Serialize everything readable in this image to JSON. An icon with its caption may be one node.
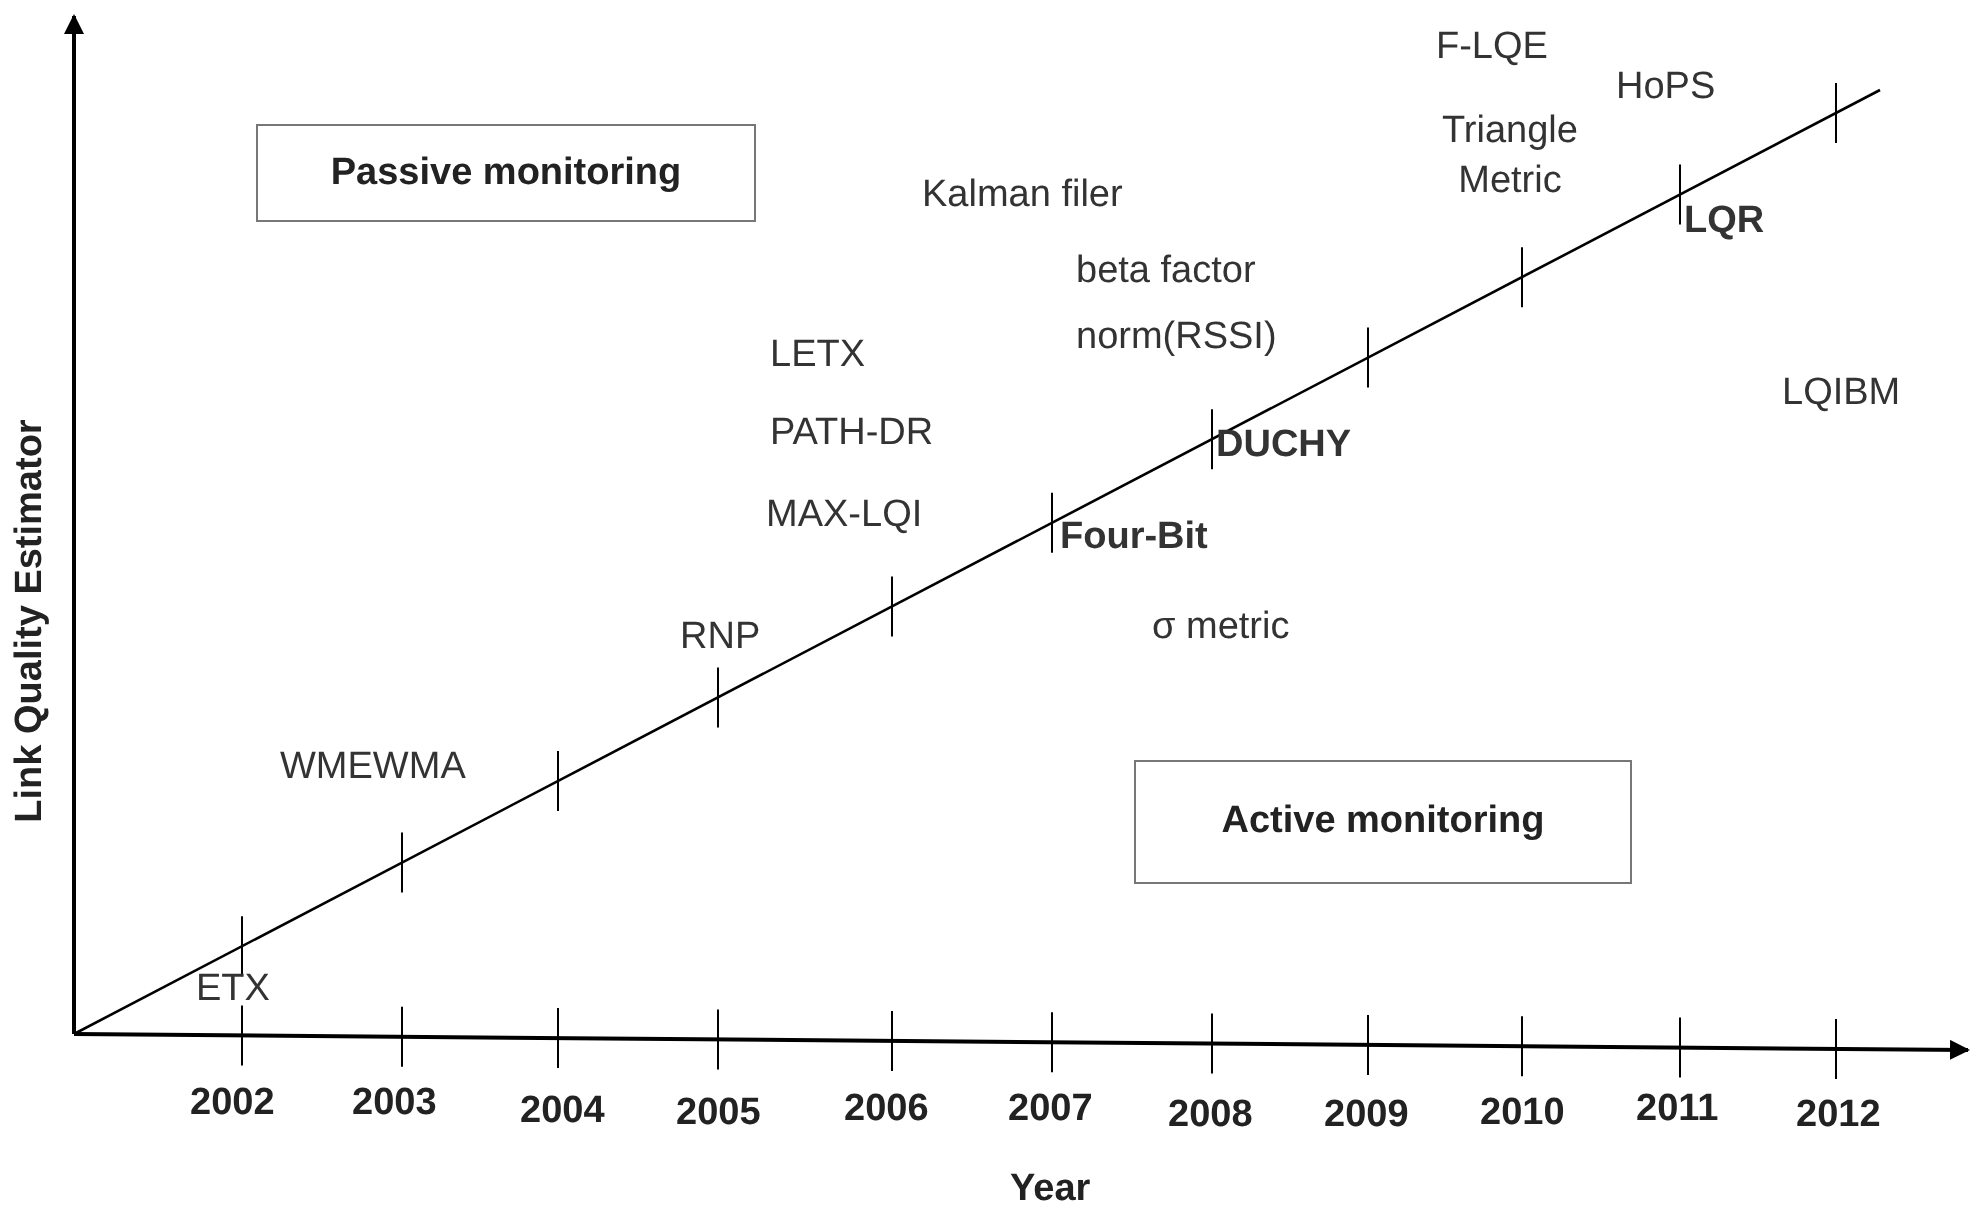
{
  "diagram": {
    "nodes": [
      {
        "text": [
          "Passive monitoring"
        ]
      },
      {
        "text": [
          "Active monitoring"
        ]
      }
    ],
    "labels": [
      "F-LQE",
      "HoPS",
      "Triangle Metric",
      "Kalman filer",
      "LQR",
      "beta factor",
      "norm(RSSI)",
      "LQIBM",
      "LETX",
      "DUCHY",
      "PATH-DR",
      "MAX-LQI",
      "Four-Bit",
      "RNP",
      "σ metric",
      "WMEWMA",
      "ETX",
      "2002",
      "2003",
      "2004",
      "2005",
      "2006",
      "2007",
      "2008",
      "2009",
      "2010",
      "2011",
      "2012",
      "Year",
      "Link Quality Estimator"
    ]
  }
}
